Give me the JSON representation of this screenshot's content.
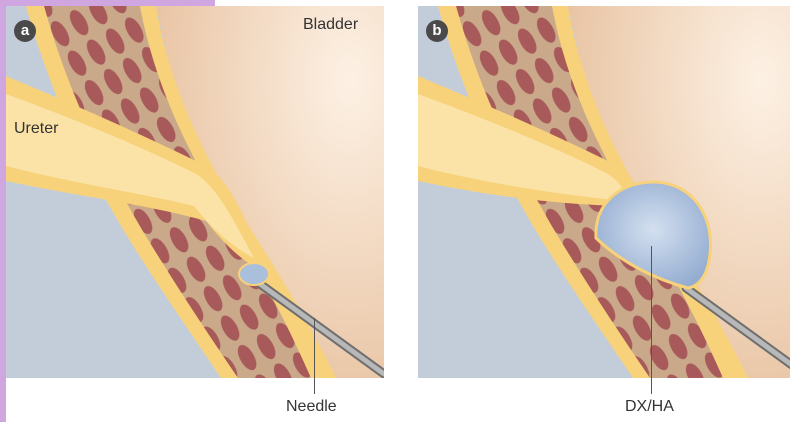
{
  "colors": {
    "accent": "#cfa6e0",
    "bladder_lumen": "#f3dcc6",
    "background": "#c3cdda",
    "wall_outer": "#f7d27a",
    "muscle_tissue": "#c9a98a",
    "muscle_fibers": "#a85a5a",
    "ureter": "#fbe3a8",
    "bleb": "#a9bfdc",
    "needle": "#9a9a9a"
  },
  "panel_a": {
    "badge": "a",
    "bladder_label": "Bladder",
    "ureter_label": "Ureter",
    "needle_label": "Needle"
  },
  "panel_b": {
    "badge": "b",
    "injectate_label": "DX/HA"
  }
}
